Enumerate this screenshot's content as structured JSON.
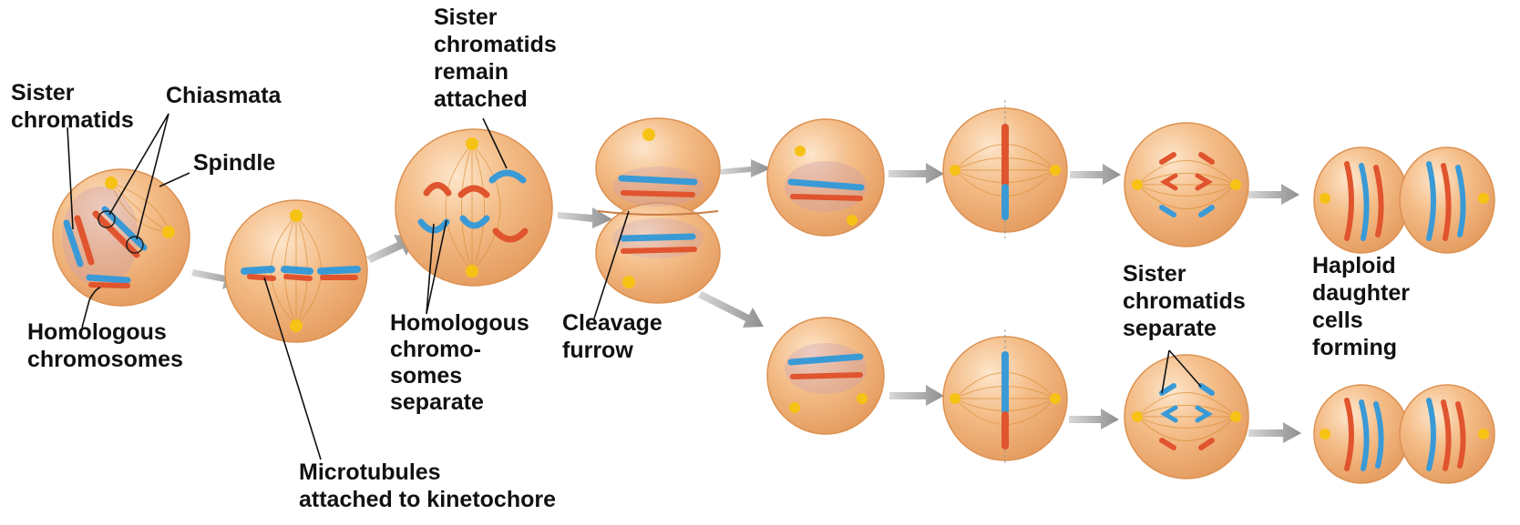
{
  "labels": {
    "sister_chromatids_1": [
      "Sister",
      "chromatids"
    ],
    "chiasmata": [
      "Chiasmata"
    ],
    "spindle": [
      "Spindle"
    ],
    "homologous_chromosomes": [
      "Homologous",
      "chromosomes"
    ],
    "microtubules": [
      "Microtubules",
      "attached to kinetochore"
    ],
    "sister_chromatids_remain": [
      "Sister",
      "chromatids",
      "remain",
      "attached"
    ],
    "homologous_separate": [
      "Homologous",
      "chromo-",
      "somes",
      "separate"
    ],
    "cleavage_furrow": [
      "Cleavage",
      "furrow"
    ],
    "sister_chromatids_separate": [
      "Sister",
      "chromatids",
      "separate"
    ],
    "haploid_cells": [
      "Haploid",
      "daughter",
      "cells",
      "forming"
    ]
  },
  "colors": {
    "cell_fill": "#f2b27a",
    "cell_edge": "#e39a5c",
    "cell_highlight": "#fbe0c2",
    "chromosome_blue": "#3a9ad6",
    "chromosome_red": "#e0542e",
    "spindle": "#d98c32",
    "centrosome": "#f6c315",
    "arrow": "#9b9b9b",
    "label": "#111111"
  }
}
